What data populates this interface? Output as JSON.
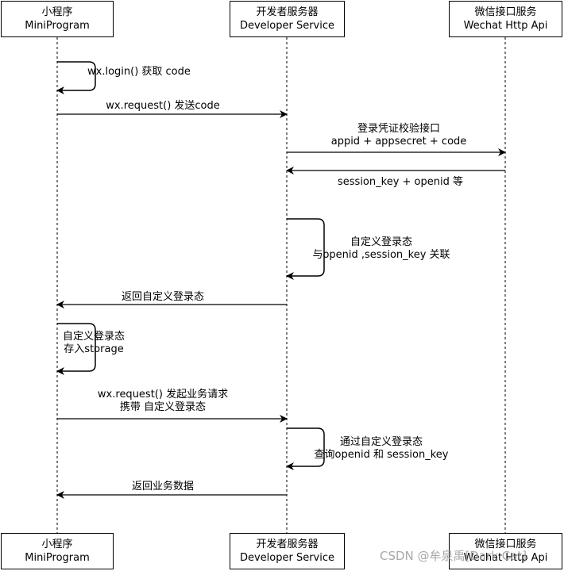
{
  "participants": {
    "miniprogram": {
      "name_cn": "小程序",
      "name_en": "MiniProgram"
    },
    "developer": {
      "name_cn": "开发者服务器",
      "name_en": "Developer Service"
    },
    "wechat": {
      "name_cn": "微信接口服务",
      "name_en": "Wechat Http Api"
    }
  },
  "messages": {
    "m1": {
      "line1": "wx.login() 获取 code"
    },
    "m2": {
      "line1": "wx.request() 发送code"
    },
    "m3": {
      "line1": "登录凭证校验接口",
      "line2": "appid + appsecret + code"
    },
    "m4": {
      "line1": "session_key + openid 等"
    },
    "m5": {
      "line1": "自定义登录态",
      "line2": "与openid ,session_key 关联"
    },
    "m6": {
      "line1": "返回自定义登录态"
    },
    "m7": {
      "line1": "自定义登录态",
      "line2": "存入storage"
    },
    "m8": {
      "line1": "wx.request() 发起业务请求",
      "line2": "携带 自定义登录态"
    },
    "m9": {
      "line1": "通过自定义登录态",
      "line2": "查询openid 和 session_key"
    },
    "m10": {
      "line1": "返回业务数据"
    }
  },
  "watermark": "CSDN @牟泉禹[Dark Cat]",
  "colors": {
    "stroke": "#000000",
    "background": "#ffffff",
    "watermark": "#9a9a9a"
  }
}
